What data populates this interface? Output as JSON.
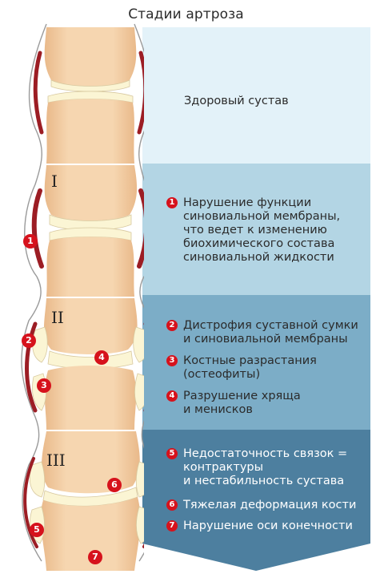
{
  "title": "Стадии артроза",
  "stages": [
    {
      "numeral": "",
      "description": "Здоровый сустав"
    },
    {
      "numeral": "I",
      "items": [
        {
          "num": "1",
          "text": "Нарушение функции\nсиновиальной мембраны,\nчто ведет к изменению\nбиохимического состава\nсиновиальной жидкости"
        }
      ]
    },
    {
      "numeral": "II",
      "items": [
        {
          "num": "2",
          "text": "Дистрофия суставной сумки\nи синовиальной мембраны"
        },
        {
          "num": "3",
          "text": "Костные разрастания\n(остеофиты)"
        },
        {
          "num": "4",
          "text": "Разрушение хряща\nи менисков"
        }
      ]
    },
    {
      "numeral": "III",
      "items": [
        {
          "num": "5",
          "text": "Недостаточность связок =\nконтрактуры\nи нестабильность сустава"
        },
        {
          "num": "6",
          "text": "Тяжелая деформация кости"
        },
        {
          "num": "7",
          "text": "Нарушение оси конечности"
        }
      ]
    }
  ],
  "colors": {
    "bone": "#f6d6b0",
    "bone_shade": "#e9b98a",
    "cartilage": "#fbf5d4",
    "capsule": "#9c1d24",
    "marker": "#d6121c",
    "panel_1": "#e3f2f9",
    "panel_2": "#b3d5e4",
    "panel_3": "#7cadc7",
    "panel_4": "#4d7f9f"
  }
}
